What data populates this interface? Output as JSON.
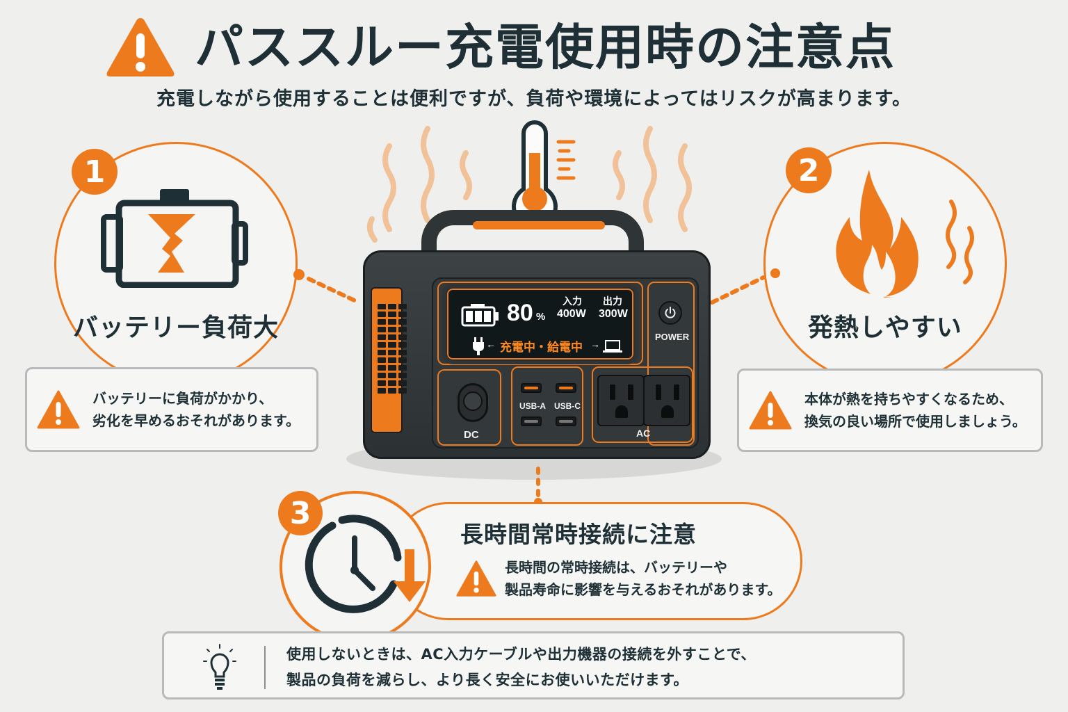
{
  "header": {
    "title": "パススルー充電使用時の注意点",
    "subtitle": "充電しながら使用することは便利ですが、負荷や環境によってはリスクが高まります。",
    "icon": "warning-triangle-icon"
  },
  "colors": {
    "accent": "#ee7a1e",
    "text": "#1e3035",
    "background": "#efefee",
    "box_border": "#b7b9ba",
    "device": "#33383a"
  },
  "points": [
    {
      "number": "1",
      "title": "バッテリー負荷大",
      "icon": "damaged-battery-icon",
      "note_icon": "warning-triangle-icon",
      "note_lines": [
        "バッテリーに負荷がかかり、",
        "劣化を早めるおそれがあります。"
      ]
    },
    {
      "number": "2",
      "title": "発熱しやすい",
      "icon": "flame-icon",
      "note_icon": "warning-triangle-icon",
      "note_lines": [
        "本体が熱を持ちやすくなるため、",
        "換気の良い場所で使用しましょう。"
      ]
    },
    {
      "number": "3",
      "title": "長時間常時接続に注意",
      "icon": "clock-down-arrow-icon",
      "note_icon": "warning-triangle-icon",
      "note_lines": [
        "長時間の常時接続は、バッテリーや",
        "製品寿命に影響を与えるおそれがあります。"
      ]
    }
  ],
  "device": {
    "battery_percent": "80",
    "percent_sign": "%",
    "input_label": "入力",
    "input_value": "400W",
    "output_label": "出力",
    "output_value": "300W",
    "status_text": "充電中・給電中",
    "arrow_in": "←",
    "arrow_out": "→",
    "power_label": "POWER",
    "dc_label": "DC",
    "usb_a_label": "USB-A",
    "usb_c_label": "USB-C",
    "ac_label": "AC"
  },
  "tip": {
    "icon": "lightbulb-icon",
    "lines": [
      "使用しないときは、AC入力ケーブルや出力機器の接続を外すことで、",
      "製品の負荷を減らし、より長く安全にお使いいただけます。"
    ]
  }
}
